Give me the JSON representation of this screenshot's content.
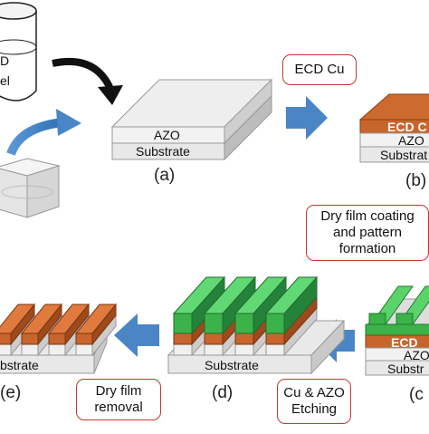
{
  "beaker": {
    "label_1": "D",
    "label_2": "el"
  },
  "steps": {
    "a": {
      "caption": "(a)",
      "azo": "AZO",
      "substrate": "Substrate"
    },
    "b": {
      "caption": "(b)",
      "layer": "ECD C",
      "azo": "AZO",
      "substrate": "Substrat"
    },
    "c": {
      "caption": "(c",
      "layer": "ECD",
      "azo": "AZO",
      "substrate": "Substr"
    },
    "d": {
      "caption": "(d)",
      "substrate": "Substrate"
    },
    "e": {
      "caption": "(e)",
      "substrate": "bstrate"
    }
  },
  "process_labels": {
    "ecd_cu": "ECD Cu",
    "dry_film_line1": "Dry film coating",
    "dry_film_line2": "and pattern",
    "dry_film_line3": "formation",
    "etching_line1": "Cu & AZO",
    "etching_line2": "Etching",
    "removal_line1": "Dry film",
    "removal_line2": "removal"
  },
  "colors": {
    "copper": "#c8652d",
    "dry_film": "#3cb24a",
    "arrow_blue": "#4a86c5",
    "box_border": "#c0392b",
    "slab": "#eeeeee"
  }
}
